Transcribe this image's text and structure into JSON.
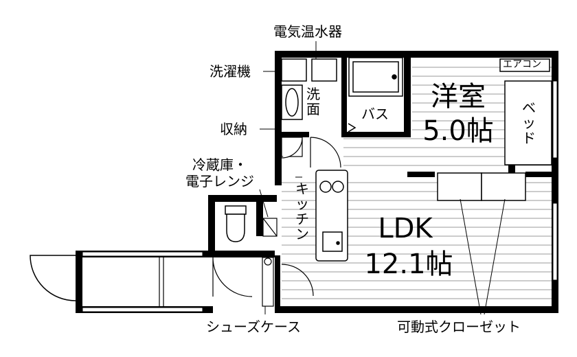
{
  "labels": {
    "water_heater": "電気温水器",
    "washer": "洗濯機",
    "storage": "収納",
    "fridge_microwave": "冷蔵庫・\n電子レンジ",
    "shoe_case": "シューズケース",
    "movable_closet": "可動式クローゼット"
  },
  "rooms": {
    "western": {
      "name": "洋室",
      "size": "5.0帖"
    },
    "ldk": {
      "name": "LDK",
      "size": "12.1帖"
    },
    "bath": "バス",
    "washroom": "洗面",
    "kitchen": "キッチン"
  },
  "fixtures": {
    "aircon": "エアコン",
    "bed": "ベッド"
  },
  "colors": {
    "wall": "#000000",
    "fill": "#ffffff",
    "floor_line": "#999999"
  }
}
